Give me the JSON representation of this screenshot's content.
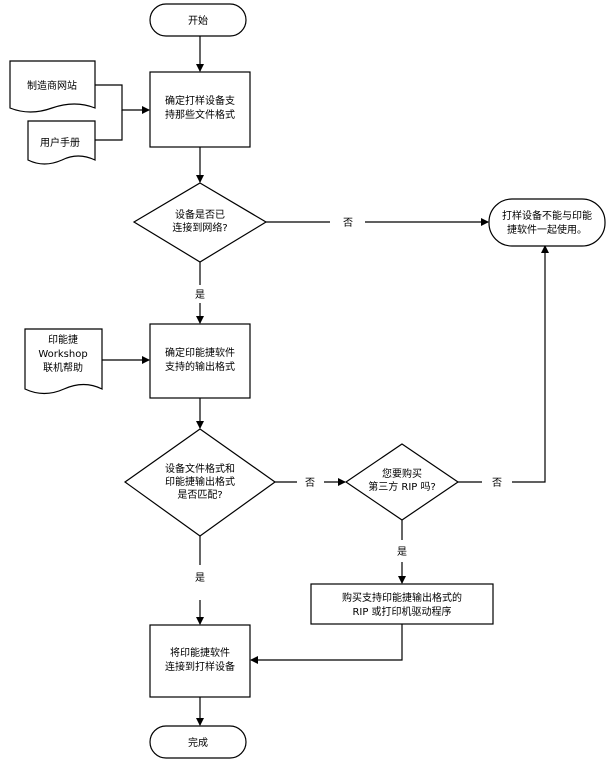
{
  "nodes": {
    "start": "开始",
    "manufacturer_site": "制造商网站",
    "user_manual": "用户手册",
    "determine_formats": [
      "确定打样设备支",
      "持那些文件格式"
    ],
    "is_networked": [
      "设备是否已",
      "连接到网络?"
    ],
    "not_usable": [
      "打样设备不能与印能",
      "捷软件一起使用。"
    ],
    "workshop_help": [
      "印能捷",
      "Workshop",
      "联机帮助"
    ],
    "determine_output": [
      "确定印能捷软件",
      "支持的输出格式"
    ],
    "formats_match": [
      "设备文件格式和",
      "印能捷输出格式",
      "是否匹配?"
    ],
    "buy_rip": [
      "您要购买",
      "第三方 RIP 吗?"
    ],
    "purchase_rip": [
      "购买支持印能捷输出格式的",
      "RIP 或打印机驱动程序"
    ],
    "connect_device": [
      "将印能捷软件",
      "连接到打样设备"
    ],
    "end": "完成"
  },
  "edge_labels": {
    "network_no": "否",
    "network_yes": "是",
    "match_no": "否",
    "match_yes": "是",
    "rip_no": "否",
    "rip_yes": "是"
  }
}
